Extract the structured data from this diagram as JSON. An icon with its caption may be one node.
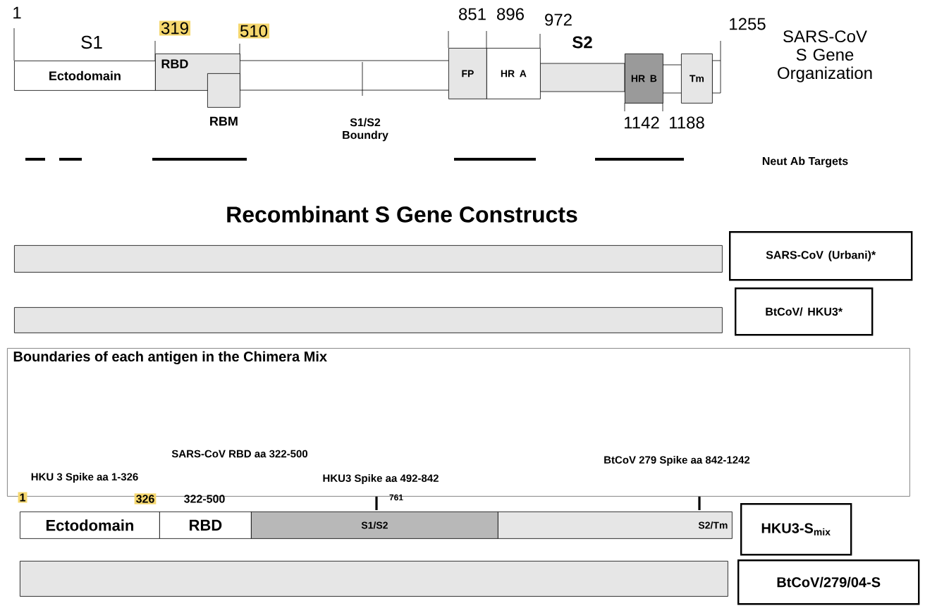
{
  "diagram": {
    "title": "Recombinant S Gene Constructs",
    "nodes": [
      {
        "text": [
          "Ectodomain"
        ]
      },
      {
        "text": [
          "RBD"
        ]
      },
      {
        "text": [
          "RBM"
        ]
      },
      {
        "text": [
          "FP"
        ]
      },
      {
        "text": [
          "HR A"
        ]
      },
      {
        "text": [
          "HR B"
        ]
      },
      {
        "text": [
          "Tm"
        ]
      },
      {
        "text": [],
        "shape": "bar"
      },
      {
        "text": [
          "SARS-CoV (Urbani)*"
        ]
      },
      {
        "text": [],
        "shape": "bar"
      },
      {
        "text": [
          "BtCoV/ HKU3*"
        ]
      },
      {
        "text": [
          "Boundaries of each antigen in the Chimera Mix",
          "SARS-CoV RBD aa 322-500",
          "HKU 3 Spike aa 1-326",
          "HKU3 Spike aa 492-842",
          "BtCoV 279 Spike aa 842-1242"
        ]
      },
      {
        "text": [
          "Ectodomain"
        ]
      },
      {
        "text": [
          "RBD"
        ]
      },
      {
        "text": [
          "S1/S2"
        ]
      },
      {
        "text": [
          "S2/Tm"
        ]
      },
      {
        "text": [
          "HKU3-S$_{mix}$"
        ]
      },
      {
        "text": [],
        "shape": "bar"
      },
      {
        "text": [
          "BtCoV/279/04-S"
        ]
      }
    ],
    "labels": [
      "1",
      "S1",
      "319",
      "510",
      "851",
      "896",
      "972",
      "S2",
      "1255",
      "1142",
      "1188",
      "S1/S2 Boundry",
      "SARS-CoV S Gene Organization",
      "Neut Ab Targets",
      "1",
      "326",
      "322-500",
      "761"
    ]
  }
}
